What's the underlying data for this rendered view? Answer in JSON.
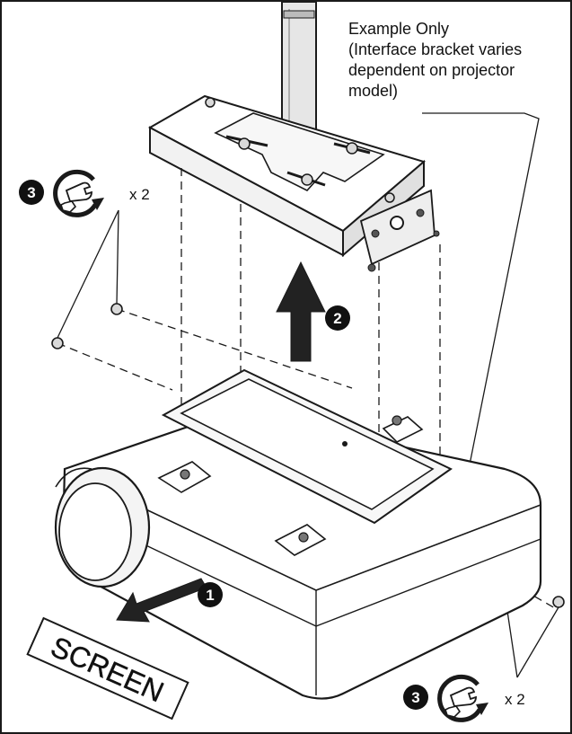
{
  "annotation": {
    "lines": [
      "Example Only",
      "(Interface bracket varies",
      "dependent on projector",
      "model)"
    ]
  },
  "steps": {
    "step1": "1",
    "step2": "2",
    "step3_top": "3",
    "step3_bottom": "3"
  },
  "screw_count_top": "x 2",
  "screw_count_bottom": "x 2",
  "screen_label": "SCREEN",
  "icons": {
    "wrench": "wrench-rotate-icon",
    "arrow": "direction-arrow-icon"
  },
  "colors": {
    "line": "#1a1a1a",
    "fill_light": "#f2f2f2",
    "fill_mid": "#d9d9d9",
    "fill_dark": "#222222"
  }
}
